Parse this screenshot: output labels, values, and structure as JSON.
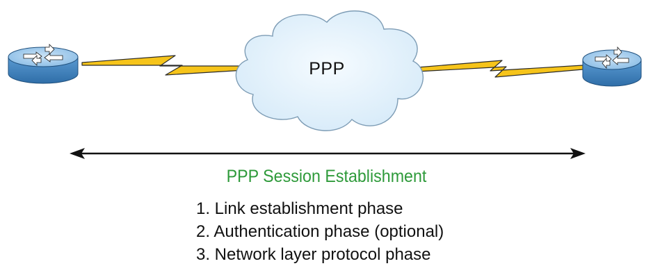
{
  "cloud": {
    "label": "PPP"
  },
  "session": {
    "title": "PPP Session Establishment",
    "phases": [
      "1. Link establishment phase",
      "2. Authentication phase (optional)",
      "3. Network layer protocol phase"
    ]
  },
  "icons": {
    "left_device": "router-icon",
    "right_device": "router-icon",
    "link": "lightning-bolt-icon",
    "span": "double-headed-arrow-icon"
  },
  "colors": {
    "cloud_fill": "#e2f1fb",
    "cloud_stroke": "#7d9cb5",
    "router_top": "#9cc8ea",
    "router_side": "#3f86c4",
    "bolt_fill": "#f6c41a",
    "title_green": "#2e9a3a",
    "text": "#111111"
  }
}
